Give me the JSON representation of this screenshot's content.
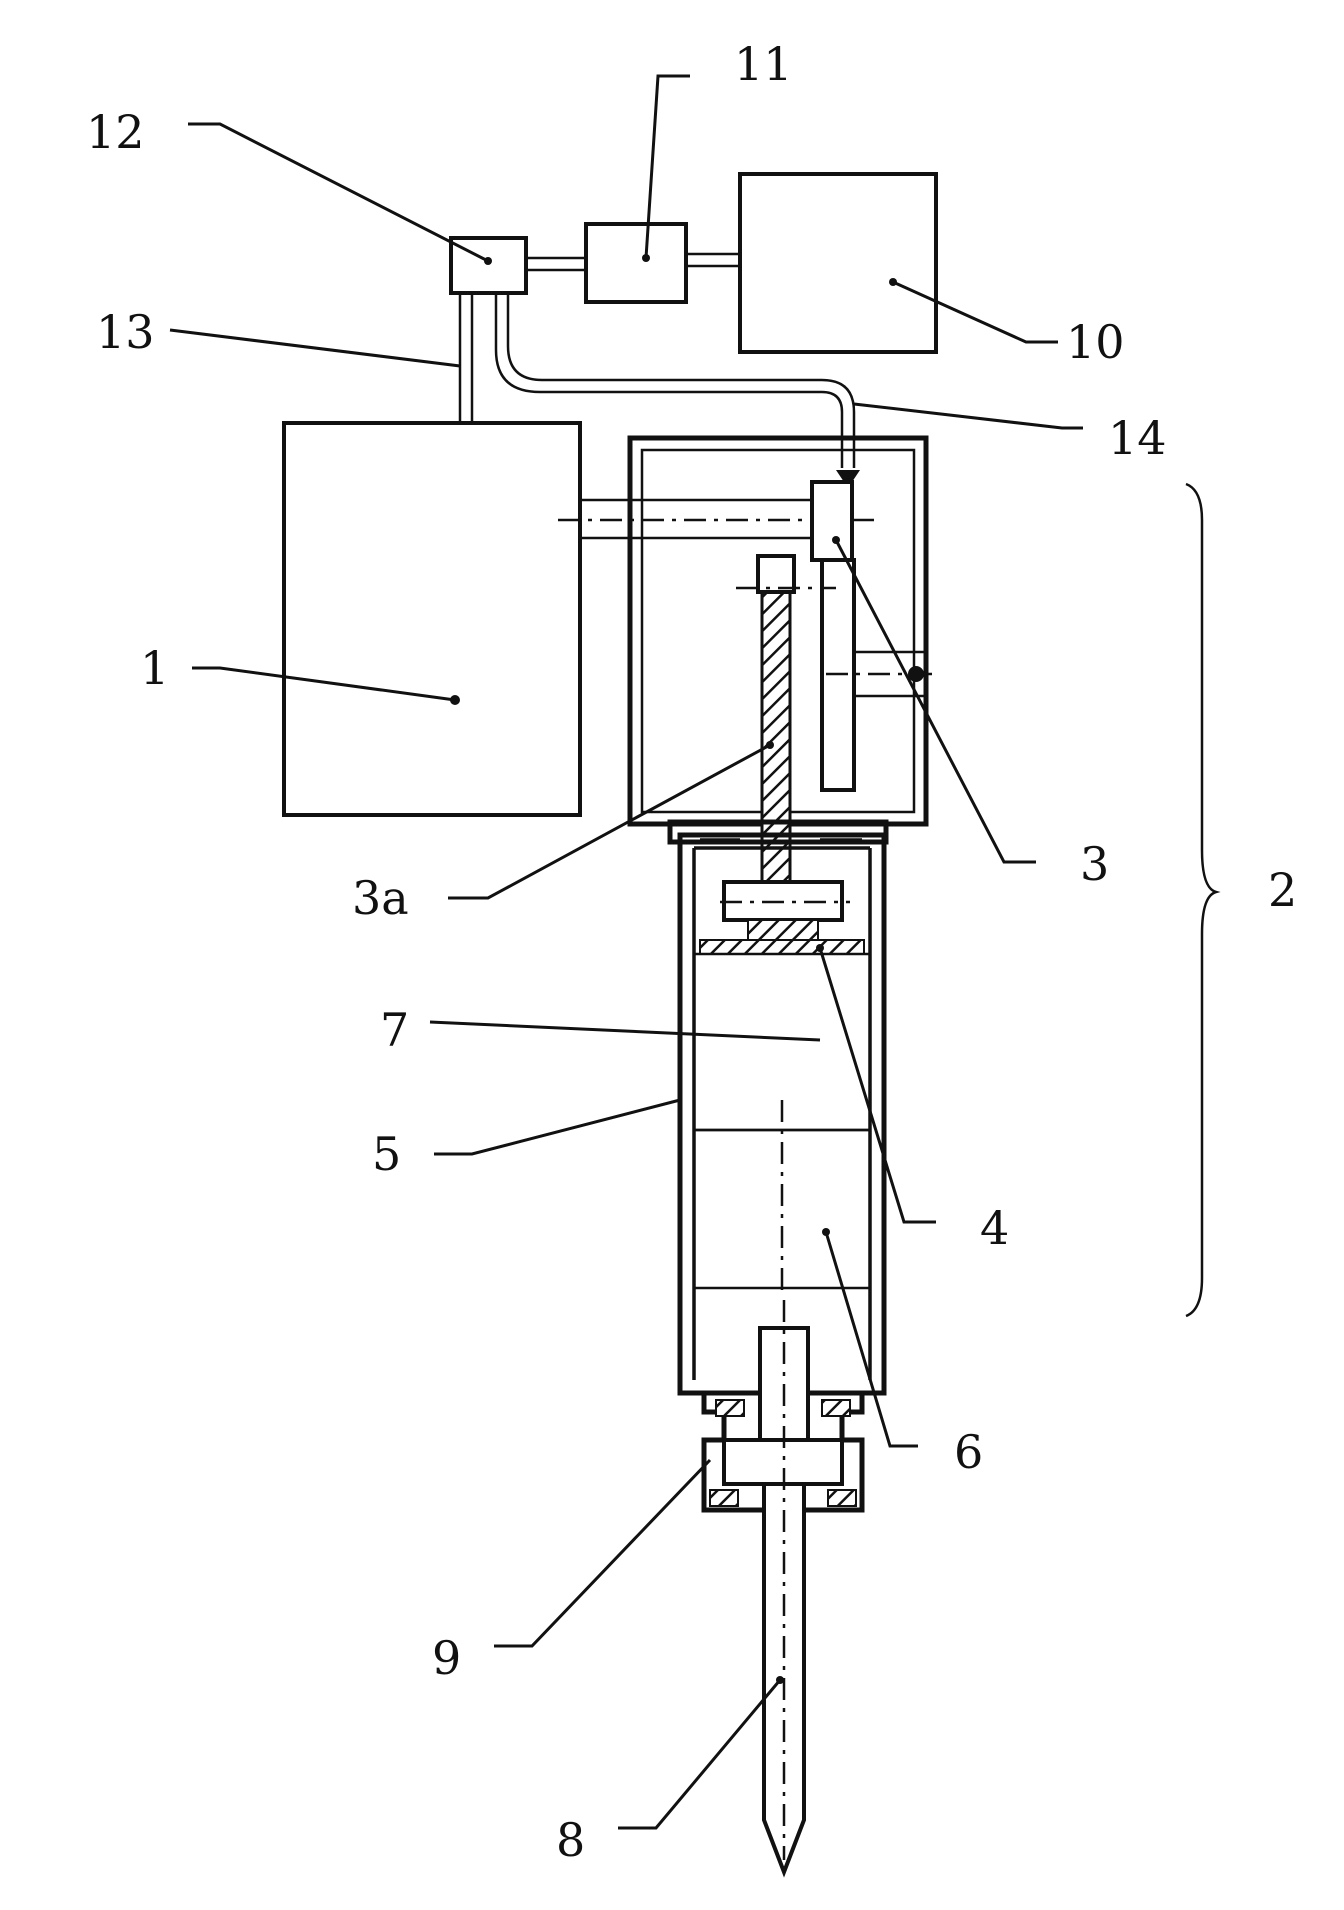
{
  "labels": {
    "l1": "1",
    "l2": "2",
    "l3": "3",
    "l3a": "3a",
    "l4": "4",
    "l5": "5",
    "l6": "6",
    "l7": "7",
    "l8": "8",
    "l9": "9",
    "l10": "10",
    "l11": "11",
    "l12": "12",
    "l13": "13",
    "l14": "14"
  }
}
